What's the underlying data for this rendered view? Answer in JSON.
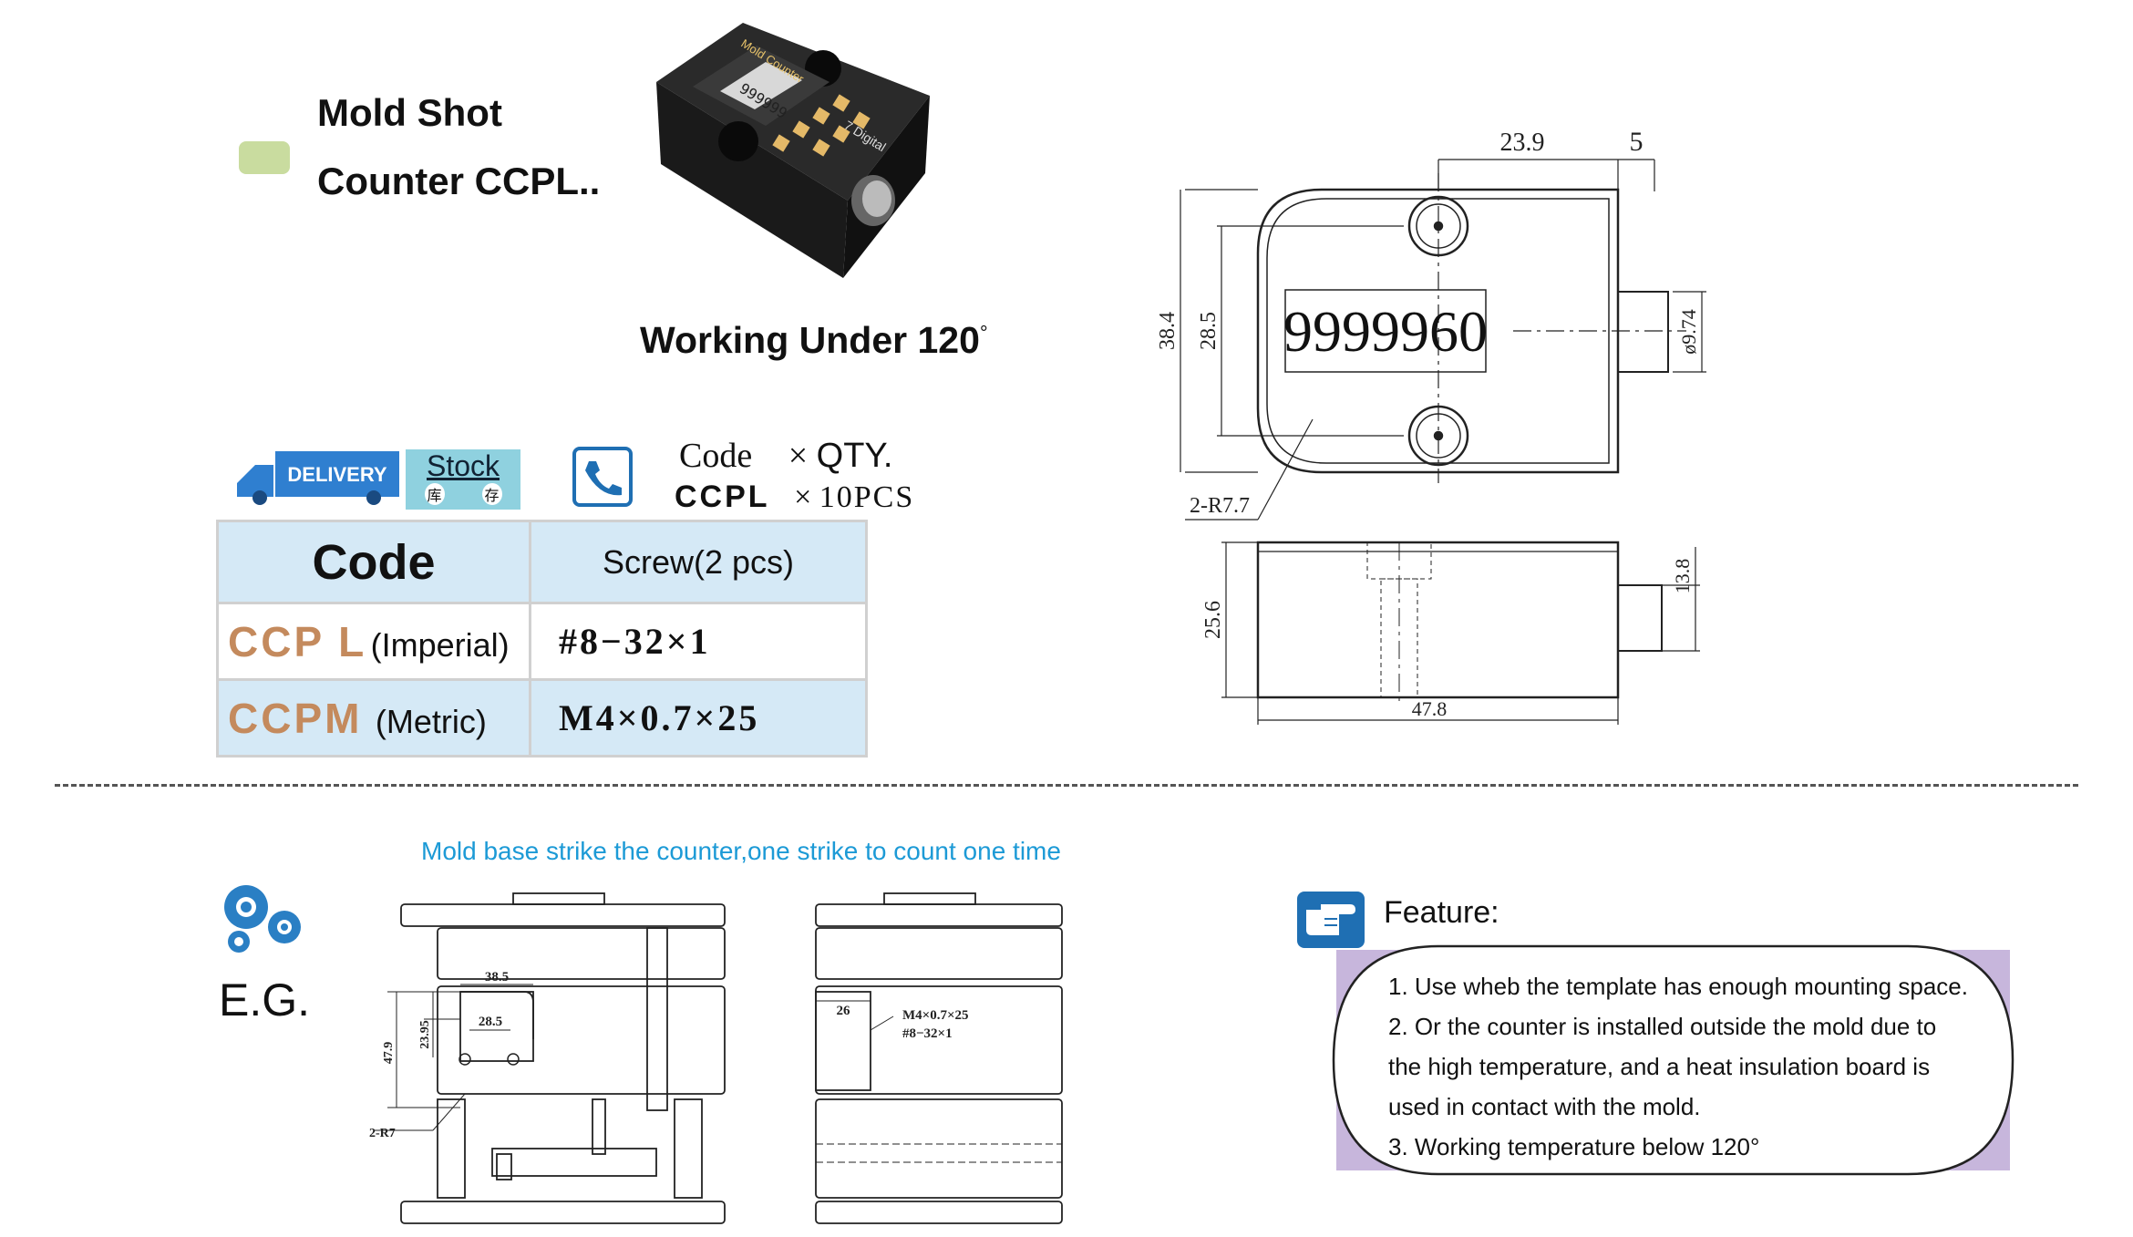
{
  "product": {
    "title_line1": "Mold Shot",
    "title_line2": "Counter CCPL..",
    "working_text": "Working Under 120",
    "degree_symbol": "°",
    "photo_label_brand": "Mold Counter",
    "photo_label_digits": "7 Digital",
    "photo_display": "999999"
  },
  "delivery": {
    "badge": "DELIVERY",
    "stock_label": "Stock",
    "stock_char1": "库",
    "stock_char2": "存"
  },
  "order": {
    "code_label": "Code",
    "times1": "×",
    "qty_label": "QTY.",
    "code_value": "CCPL",
    "times2": "×",
    "qty_value": "10PCS"
  },
  "code_table": {
    "header_code": "Code",
    "header_screw": "Screw(2 pcs)",
    "rows": [
      {
        "code": "CCP L",
        "unit": "(Imperial)",
        "screw": "#8−32×1"
      },
      {
        "code": "CCPM",
        "unit": "(Metric)",
        "screw": "M4×0.7×25"
      }
    ]
  },
  "top_drawing": {
    "display_value": "9999960",
    "dim_width_top": "23.9",
    "dim_offset": "5",
    "dim_height_outer": "38.4",
    "dim_height_inner": "28.5",
    "dim_shaft_dia": "ø9.74",
    "dim_radius": "2-R7.7"
  },
  "side_drawing": {
    "dim_height": "25.6",
    "dim_shaft_height": "13.8",
    "dim_length": "47.8"
  },
  "example": {
    "caption": "Mold base strike the counter,one strike to count one time",
    "eg_label": "E.G.",
    "dim_a": "38.5",
    "dim_b": "28.5",
    "dim_c": "23.95",
    "dim_d": "47.9",
    "dim_r": "2-R7",
    "dim_depth": "26",
    "screw_metric": "M4×0.7×25",
    "screw_imperial": "#8−32×1"
  },
  "feature": {
    "title": "Feature:",
    "items": [
      "1. Use wheb the template has enough mounting space.",
      "2. Or the counter is installed outside the mold due to",
      "the high temperature, and a heat insulation board is",
      "used in contact with the mold.",
      "3. Working temperature below 120°"
    ]
  },
  "colors": {
    "swatch": "#c9dc9f",
    "table_blue": "#d5e9f6",
    "code_copper": "#c48a5d",
    "caption_blue": "#1c9ad6",
    "icon_blue": "#1f6fb3",
    "feature_purple": "#c7b6dc"
  }
}
